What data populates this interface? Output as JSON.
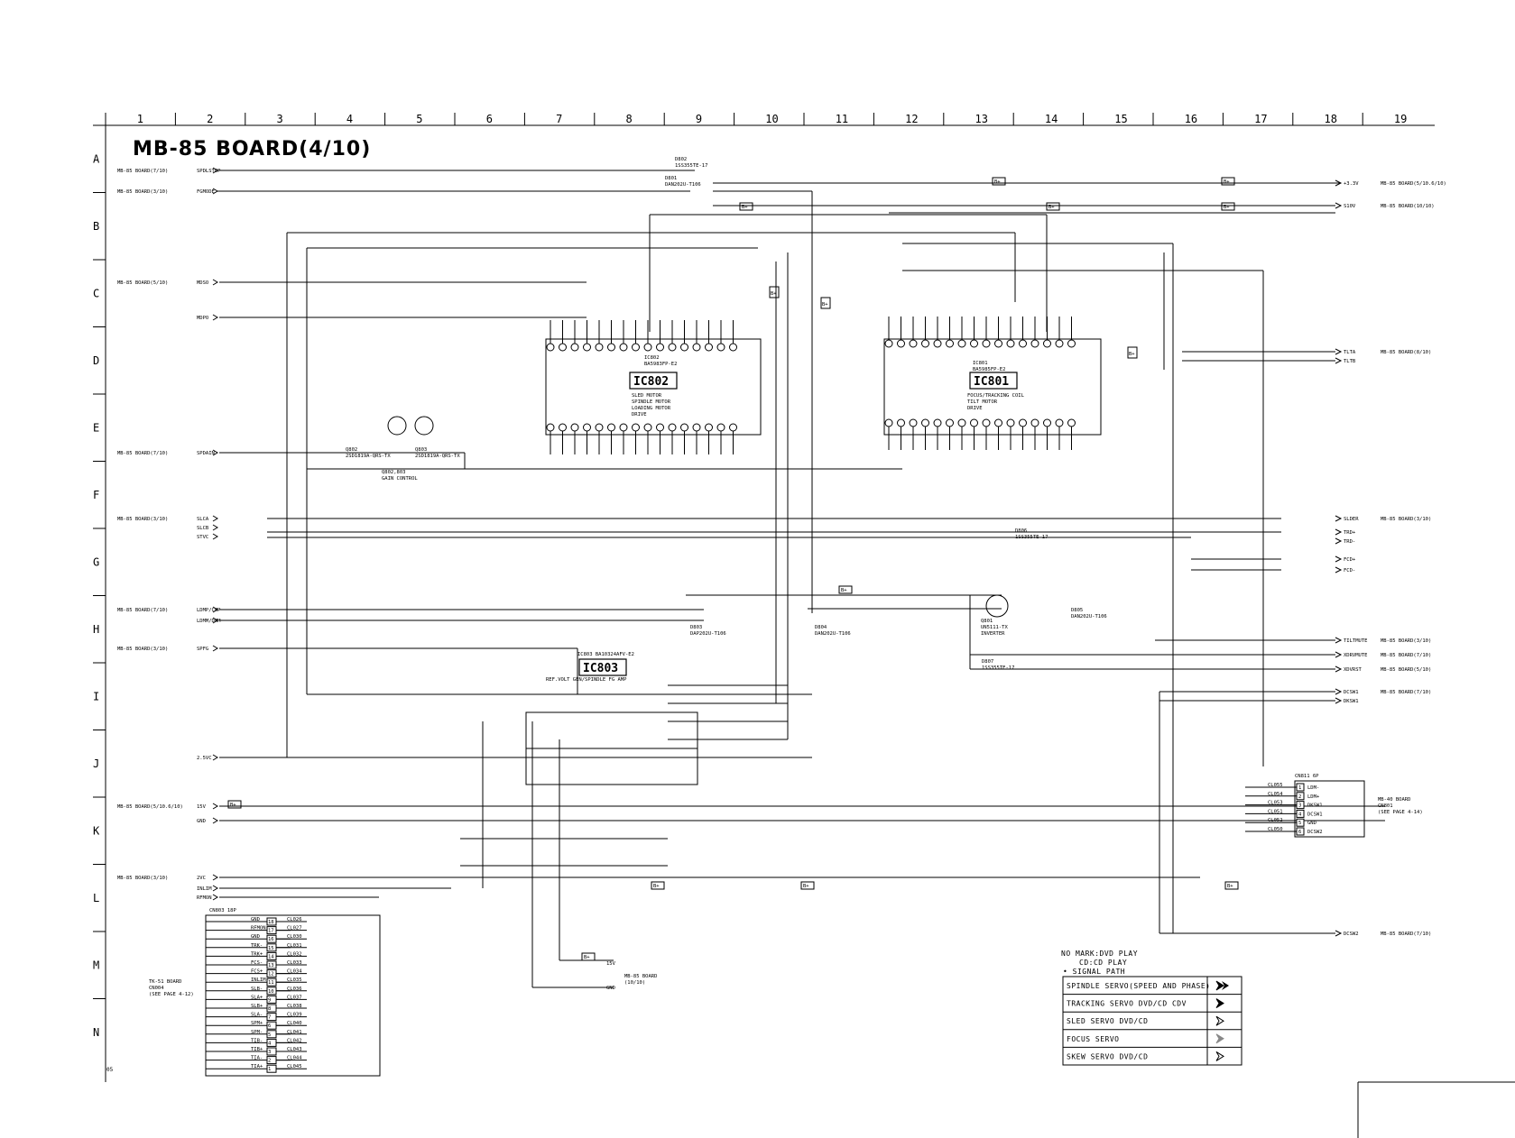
{
  "title": "MB-85 BOARD(4/10)",
  "columns": [
    "1",
    "2",
    "3",
    "4",
    "5",
    "6",
    "7",
    "8",
    "9",
    "10",
    "11",
    "12",
    "13",
    "14",
    "15",
    "16",
    "17",
    "18",
    "19"
  ],
  "rows": [
    "A",
    "B",
    "C",
    "D",
    "E",
    "F",
    "G",
    "H",
    "I",
    "J",
    "K",
    "L",
    "M",
    "N"
  ],
  "page_code": "05",
  "ics": [
    {
      "ref": "IC802",
      "part": "IC802\nBA5983FP-E2",
      "desc": "SLED MOTOR\nSPINDLE MOTOR\nLOADING MOTOR\nDRIVE"
    },
    {
      "ref": "IC801",
      "part": "IC801\nBA5985FP-E2",
      "desc": "FOCUS/TRACKING COIL\nTILT MOTOR\nDRIVE"
    },
    {
      "ref": "IC803",
      "part": "IC803 BA10324AFV-E2",
      "desc": "REF.VOLT GEN/SPINDLE FG AMP"
    }
  ],
  "left_connectors": [
    {
      "board": "MB-85 BOARD(7/10)",
      "signal": "SPDLSTOP"
    },
    {
      "board": "MB-85 BOARD(3/10)",
      "signal": "FGMODE"
    },
    {
      "board": "MB-85 BOARD(5/10)",
      "signal": "MDSO"
    },
    {
      "board": "",
      "signal": "MDPO"
    },
    {
      "board": "MB-85 BOARD(7/10)",
      "signal": "SPDAIN"
    },
    {
      "board": "MB-85 BOARD(3/10)",
      "signal": "SLCA"
    },
    {
      "board": "",
      "signal": "SLCB"
    },
    {
      "board": "",
      "signal": "STVC"
    },
    {
      "board": "MB-85 BOARD(7/10)",
      "signal": "LDMP/CMP"
    },
    {
      "board": "",
      "signal": "LDMM/DMM"
    },
    {
      "board": "MB-85 BOARD(3/10)",
      "signal": "SPFG"
    },
    {
      "board": "",
      "signal": "2.5VC"
    },
    {
      "board": "MB-85 BOARD(5/10.6/10)",
      "signal": "15V"
    },
    {
      "board": "",
      "signal": "GND"
    },
    {
      "board": "MB-85 BOARD(3/10)",
      "signal": "2VC"
    },
    {
      "board": "",
      "signal": "INLIM"
    },
    {
      "board": "",
      "signal": "RFMON"
    }
  ],
  "right_connectors": [
    {
      "signal": "+3.3V",
      "board": "MB-85 BOARD(5/10.6/10)"
    },
    {
      "signal": "S10V",
      "board": "MB-85 BOARD(10/10)"
    },
    {
      "signal": "TLTA",
      "board": "MB-85 BOARD(8/10)"
    },
    {
      "signal": "TLTB",
      "board": ""
    },
    {
      "signal": "SLDER",
      "board": "MB-85 BOARD(3/10)"
    },
    {
      "signal": "TRD+",
      "board": ""
    },
    {
      "signal": "TRD-",
      "board": ""
    },
    {
      "signal": "FCD+",
      "board": ""
    },
    {
      "signal": "FCD-",
      "board": ""
    },
    {
      "signal": "TILTMUTE",
      "board": "MB-85 BOARD(3/10)"
    },
    {
      "signal": "XDRVMUTE",
      "board": "MB-85 BOARD(7/10)"
    },
    {
      "signal": "XDVRST",
      "board": "MB-85 BOARD(5/10)"
    },
    {
      "signal": "DCSW1",
      "board": "MB-85 BOARD(7/10)"
    },
    {
      "signal": "DKSW1",
      "board": ""
    },
    {
      "signal": "DCSW2",
      "board": "MB-85 BOARD(7/10)"
    }
  ],
  "cn801": {
    "label": "CN811 6P",
    "board": "MB-40 BOARD\nCN801\n(SEE PAGE 4-14)",
    "pins": [
      {
        "n": "1",
        "s": "LDM-"
      },
      {
        "n": "2",
        "s": "LDM+"
      },
      {
        "n": "3",
        "s": "DKSW1"
      },
      {
        "n": "4",
        "s": "DCSW1"
      },
      {
        "n": "5",
        "s": "GND"
      },
      {
        "n": "6",
        "s": "DCSW2"
      }
    ],
    "lines": [
      "CL055",
      "CL054",
      "CL053",
      "CL051",
      "CL052",
      "CL050"
    ]
  },
  "cn803": {
    "label": "CN803 18P",
    "board": "TK-51 BOARD\nCN004\n(SEE PAGE 4-12)",
    "pins": [
      {
        "n": "18",
        "s": "GND"
      },
      {
        "n": "17",
        "s": "RFMON"
      },
      {
        "n": "16",
        "s": "GND"
      },
      {
        "n": "15",
        "s": "TRK-"
      },
      {
        "n": "14",
        "s": "TRK+"
      },
      {
        "n": "13",
        "s": "FCS-"
      },
      {
        "n": "12",
        "s": "FCS+"
      },
      {
        "n": "11",
        "s": "INLIM"
      },
      {
        "n": "10",
        "s": "SLB-"
      },
      {
        "n": "9",
        "s": "SLA+"
      },
      {
        "n": "8",
        "s": "SLB+"
      },
      {
        "n": "7",
        "s": "SLA-"
      },
      {
        "n": "6",
        "s": "SPM+"
      },
      {
        "n": "5",
        "s": "SPM-"
      },
      {
        "n": "4",
        "s": "TIB-"
      },
      {
        "n": "3",
        "s": "TIB+"
      },
      {
        "n": "2",
        "s": "TIA-"
      },
      {
        "n": "1",
        "s": "TIA+"
      }
    ],
    "lines": [
      "CL026",
      "CL027",
      "CL030",
      "CL031",
      "CL032",
      "CL033",
      "CL034",
      "CL035",
      "CL036",
      "CL037",
      "CL038",
      "CL039",
      "CL040",
      "CL041",
      "CL042",
      "CL043",
      "CL044",
      "CL045"
    ]
  },
  "bottom_conn": {
    "signals": [
      "15V",
      "GND"
    ],
    "board": "MB-85 BOARD\n(10/10)"
  },
  "legend": {
    "note1": "NO MARK:DVD PLAY",
    "note2": "CD:CD PLAY",
    "note3": "• SIGNAL PATH",
    "rows": [
      "SPINDLE SERVO(SPEED AND PHASE)",
      "TRACKING SERVO DVD/CD CDV",
      "SLED SERVO DVD/CD",
      "FOCUS SERVO",
      "SKEW SERVO DVD/CD"
    ]
  },
  "labels": {
    "b_plus": "B+",
    "q802_803": "Q802,803\nGAIN CONTROL",
    "q802": "Q802\n2SD1819A-QRS-TX",
    "q803": "Q803\n2SD1819A-QRS-TX",
    "d802": "D802\n1SS355TE-17",
    "d801": "D801\nDAN202U-T106",
    "d803": "D803\nDAP202U-T106",
    "d804": "D804\nDAN202U-T106",
    "d805": "D805\nDAN202U-T106",
    "d806": "D806\n1SS355TE-17",
    "d807": "D807\n1SS355TE-17",
    "q801": "Q801\nUN5111-TX\nINVERTER"
  }
}
